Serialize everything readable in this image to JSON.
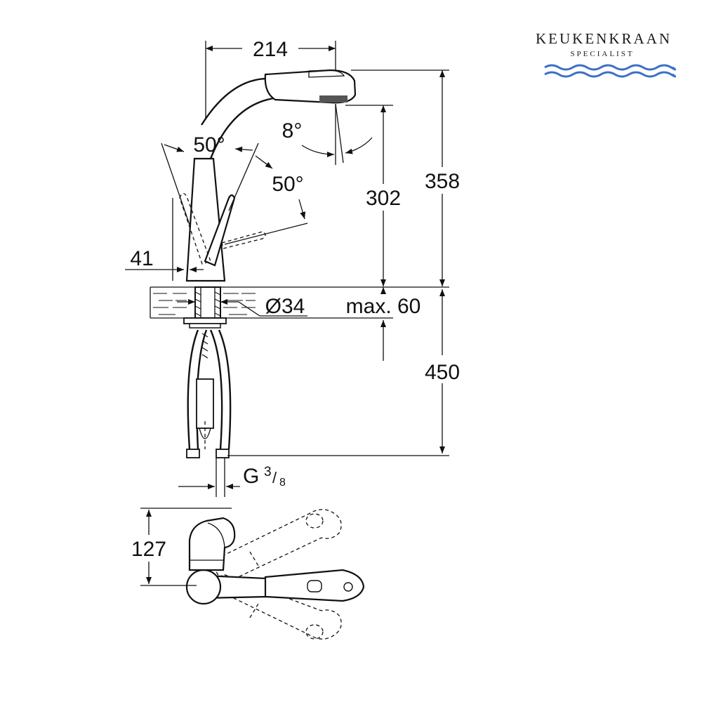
{
  "logo": {
    "title": "KEUKENKRAAN",
    "subtitle": "SPECIALIST",
    "wave_color": "#3a6fc4"
  },
  "dimensions": {
    "width_top": "214",
    "angle_left": "50°",
    "angle_right": "50°",
    "spray_angle": "8°",
    "height_spout": "302",
    "height_total": "358",
    "lever_offset": "41",
    "hole_diameter": "Ø34",
    "deck_thickness": "max. 60",
    "hose_length": "450",
    "thread_main": "G",
    "thread_fraction_num": "3",
    "thread_fraction_den": "8",
    "depth_plan": "127"
  }
}
